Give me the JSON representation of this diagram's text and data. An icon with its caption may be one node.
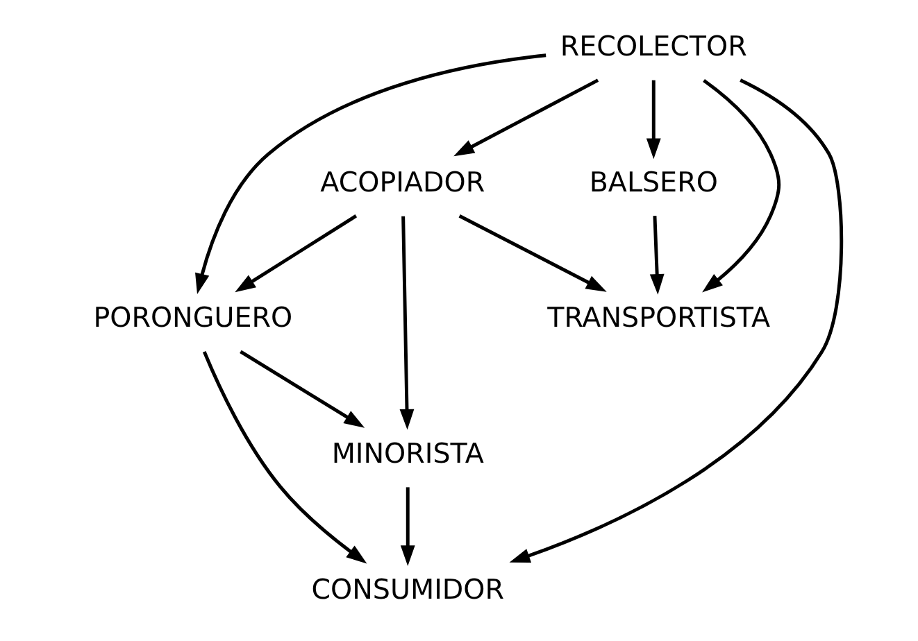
{
  "diagram": {
    "nodes": [
      {
        "text": [
          "RECOLECTOR"
        ]
      },
      {
        "text": [
          "ACOPIADOR"
        ]
      },
      {
        "text": [
          "BALSERO"
        ]
      },
      {
        "text": [
          "PORONGUERO"
        ]
      },
      {
        "text": [
          "TRANSPORTISTA"
        ]
      },
      {
        "text": [
          "MINORISTA"
        ]
      },
      {
        "text": [
          "CONSUMIDOR"
        ]
      }
    ],
    "edges": [
      {
        "from": 0,
        "to": 1,
        "arrow": "to"
      },
      {
        "from": 0,
        "to": 2,
        "arrow": "to"
      },
      {
        "from": 0,
        "to": 3,
        "arrow": "to"
      },
      {
        "from": 0,
        "to": 6,
        "arrow": "to"
      },
      {
        "from": 0,
        "to": 4,
        "arrow": "to"
      },
      {
        "from": 1,
        "to": 3,
        "arrow": "to"
      },
      {
        "from": 1,
        "to": 4,
        "arrow": "to"
      },
      {
        "from": 1,
        "to": 5,
        "arrow": "to"
      },
      {
        "from": 2,
        "to": 4,
        "arrow": "to"
      },
      {
        "from": 3,
        "to": 5,
        "arrow": "to"
      },
      {
        "from": 3,
        "to": 6,
        "arrow": "to"
      },
      {
        "from": 5,
        "to": 6,
        "arrow": "to"
      }
    ]
  }
}
